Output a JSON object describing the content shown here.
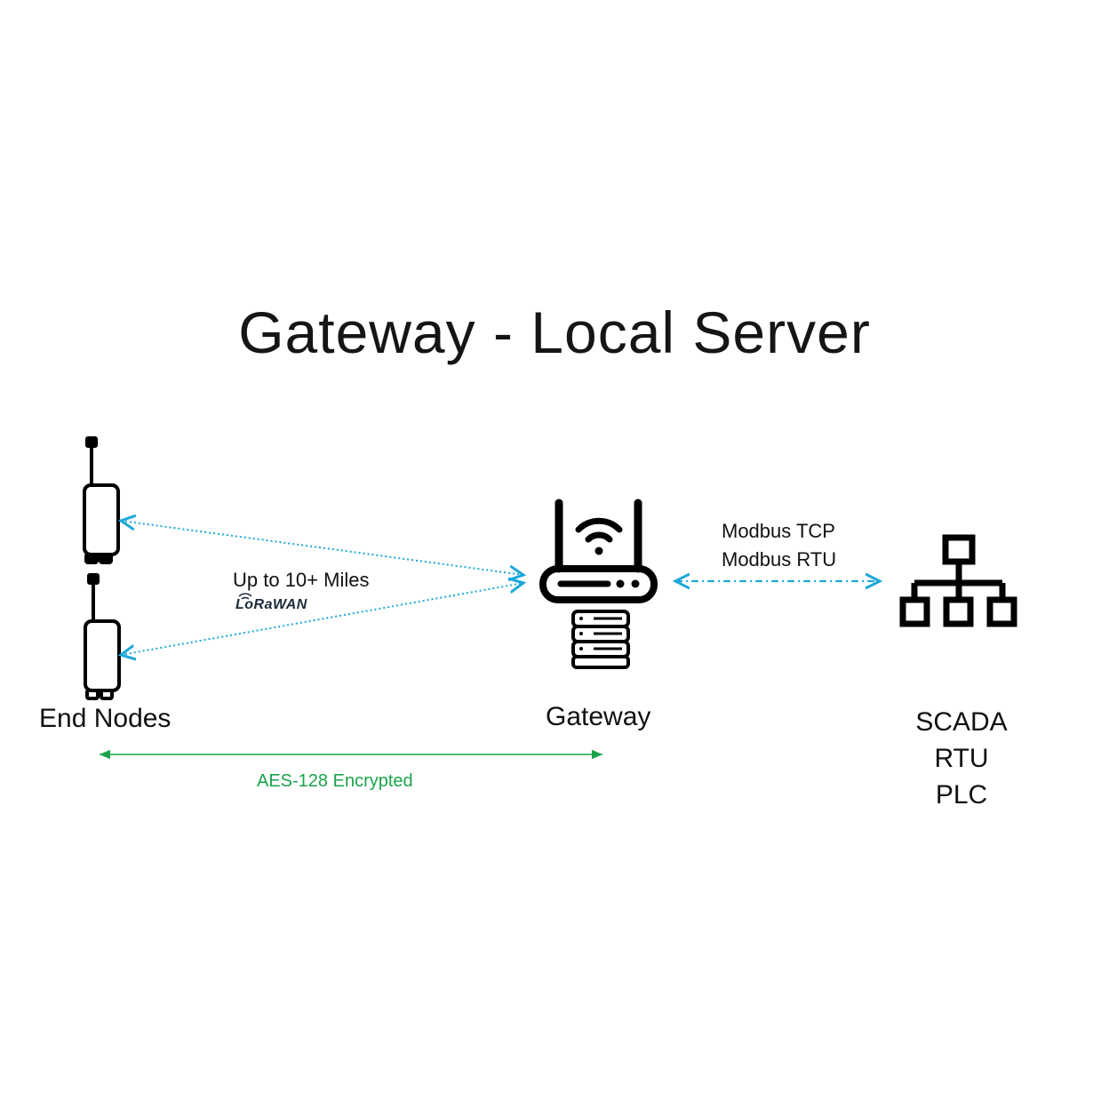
{
  "title": "Gateway - Local Server",
  "nodes": {
    "end_nodes": "End Nodes",
    "gateway": "Gateway",
    "scada_lines": [
      "SCADA",
      "RTU",
      "PLC"
    ]
  },
  "links": {
    "range_label": "Up to 10+ Miles",
    "protocol_logo_text": "LoRaWAN",
    "modbus_lines": [
      "Modbus TCP",
      "Modbus RTU"
    ],
    "encryption_label": "AES-128 Encrypted"
  },
  "icons": {
    "end_node": "antenna-sensor-icon",
    "gateway": "router-wifi-icon",
    "server": "server-stack-icon",
    "network": "network-hierarchy-icon"
  },
  "colors": {
    "wireless_link": "#1ba8d8",
    "encryption": "#19a34b",
    "text": "#111111"
  }
}
